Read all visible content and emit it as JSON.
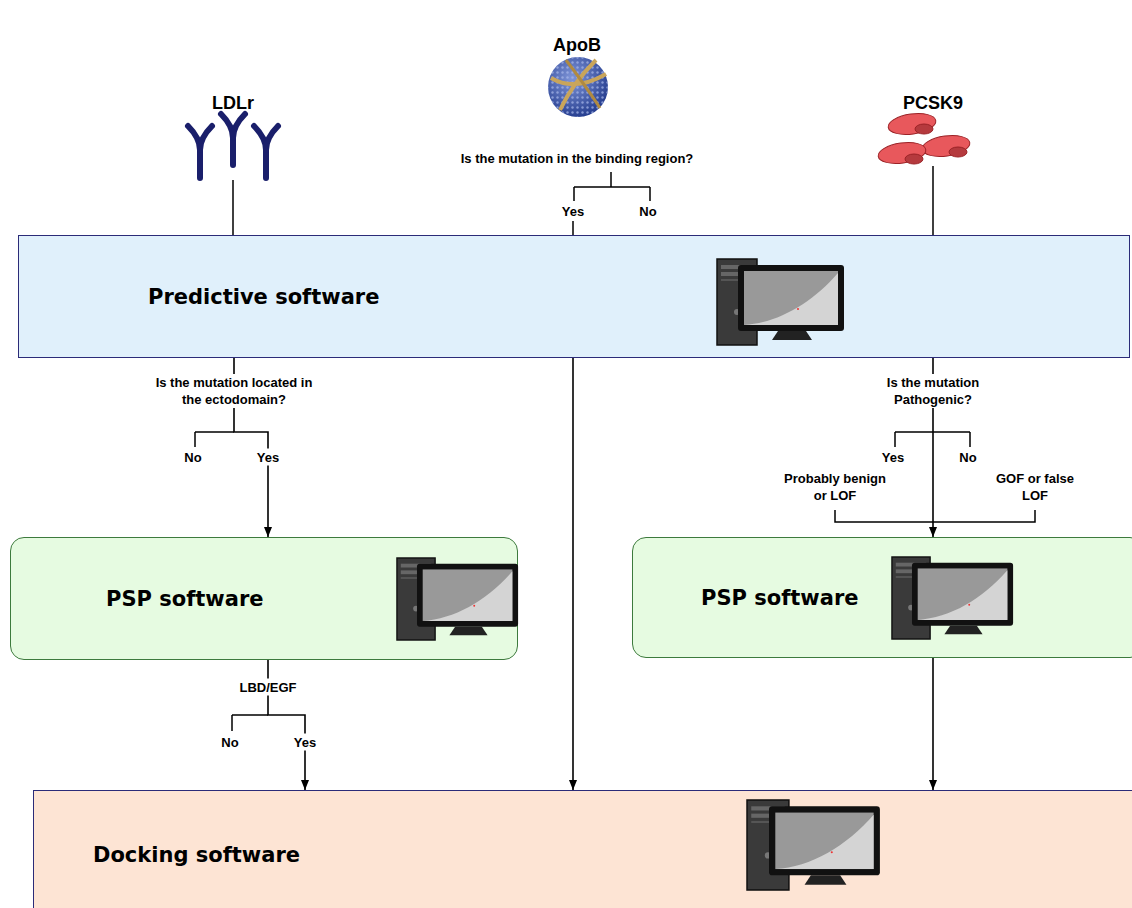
{
  "diagram": {
    "nodes": [
      {
        "text": [
          "Predictive software"
        ]
      },
      {
        "text": [
          "PSP software"
        ]
      },
      {
        "text": [
          "PSP software"
        ]
      },
      {
        "text": [
          "Docking software"
        ]
      }
    ],
    "edges": [
      {
        "from": 0,
        "to": 1,
        "arrow": "to"
      },
      {
        "from": 0,
        "to": 3,
        "arrow": "to"
      },
      {
        "from": 0,
        "to": 2,
        "arrow": "to"
      },
      {
        "from": 1,
        "to": 3,
        "arrow": "to"
      },
      {
        "from": 2,
        "to": 3,
        "arrow": "to"
      }
    ],
    "labels": [
      "LDLr",
      "ApoB",
      "PCSK9",
      "Is the mutation in the binding region?",
      "Yes",
      "No",
      "Is the mutation located in the ectodomain?",
      "No",
      "Yes",
      "Is the mutation Pathogenic?",
      "Yes",
      "No",
      "Probably benign or LOF",
      "GOF or false LOF",
      "LBD/EGF",
      "No",
      "Yes"
    ]
  }
}
